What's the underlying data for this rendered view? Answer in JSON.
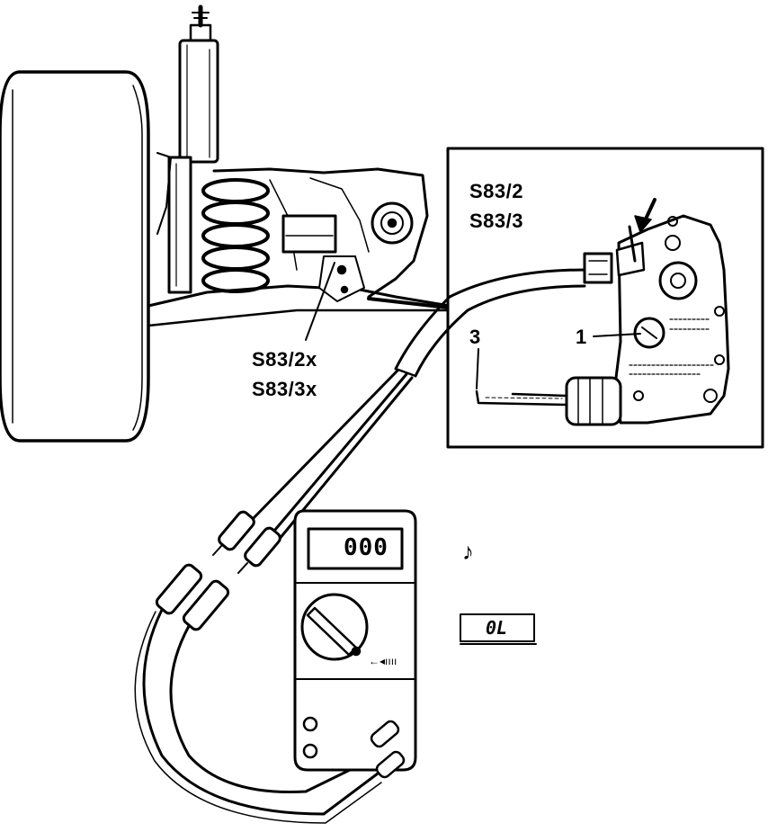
{
  "labels": {
    "inset_title_1": "S83/2",
    "inset_title_2": "S83/3",
    "connector_1": "S83/2x",
    "connector_2": "S83/3x",
    "callout_1": "1",
    "callout_3": "3"
  },
  "meter": {
    "display_value": "000",
    "beep_symbol": "♪",
    "alt_reading": "0L",
    "range_symbol": "←◂ıııı"
  },
  "colors": {
    "ink": "#000000",
    "paper": "#ffffff"
  }
}
